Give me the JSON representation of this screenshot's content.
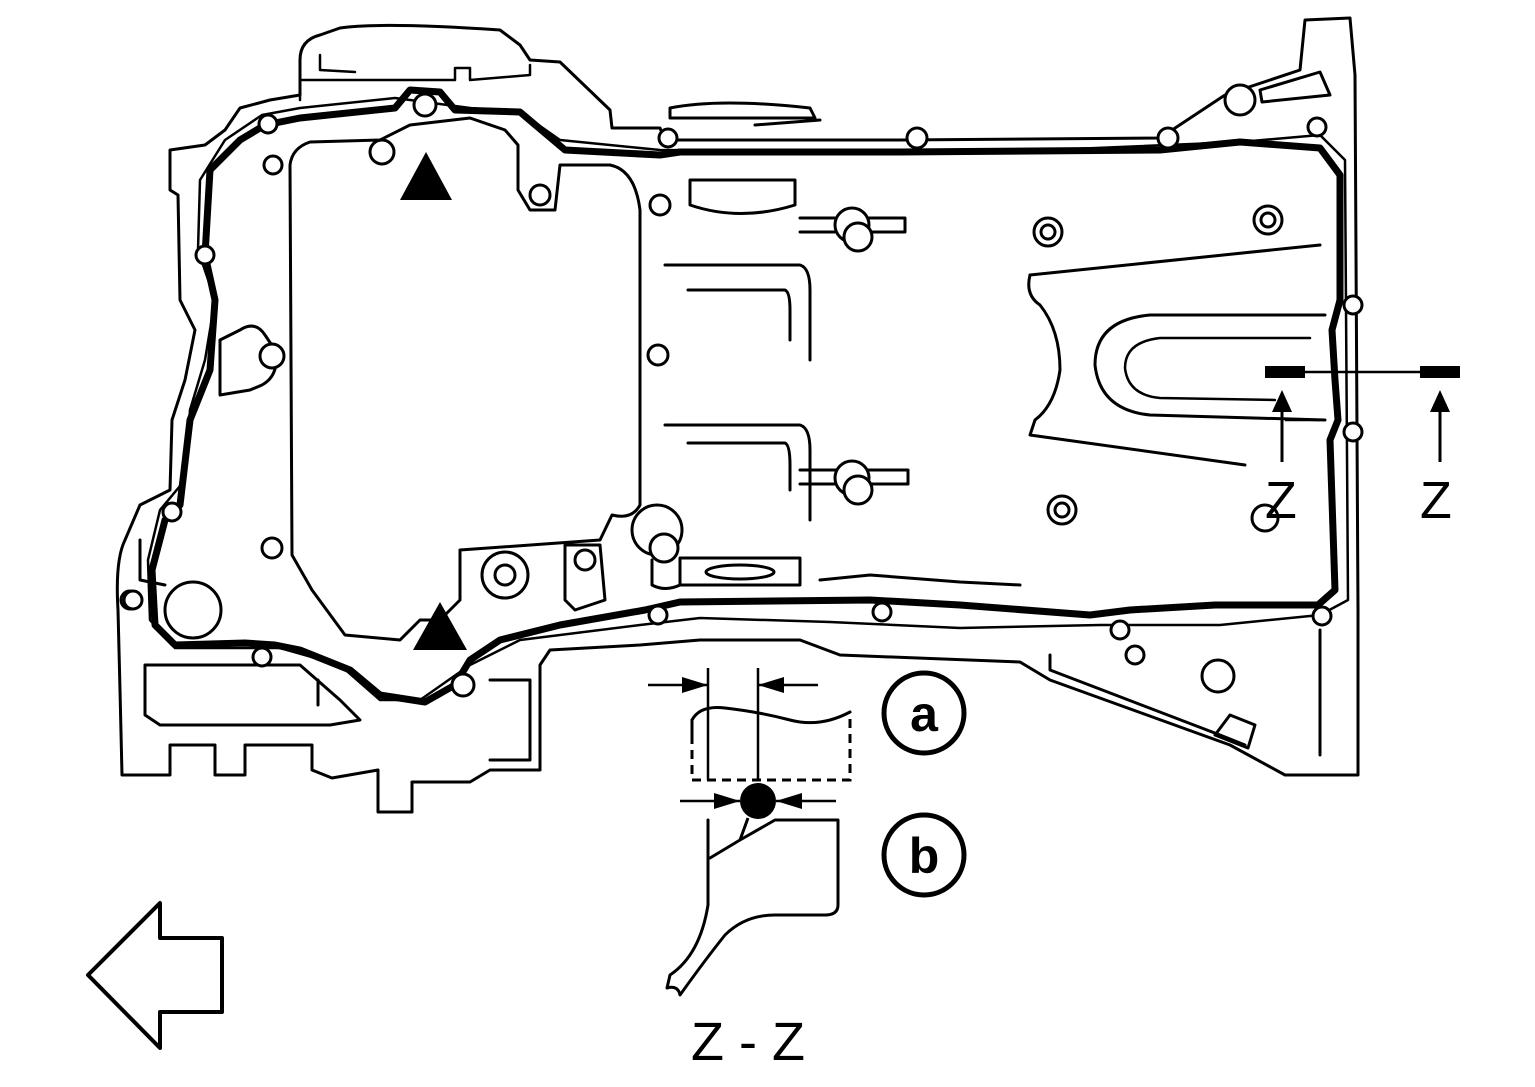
{
  "section_markers": {
    "left": "Z",
    "right": "Z"
  },
  "section_view_title": "Z - Z",
  "callouts": {
    "a": "a",
    "b": "b"
  },
  "icons": {
    "front_arrow": "front-direction-arrow-icon",
    "triangle_marker": "triangle-marker-icon"
  },
  "colors": {
    "line": "#000000",
    "background": "#ffffff"
  }
}
